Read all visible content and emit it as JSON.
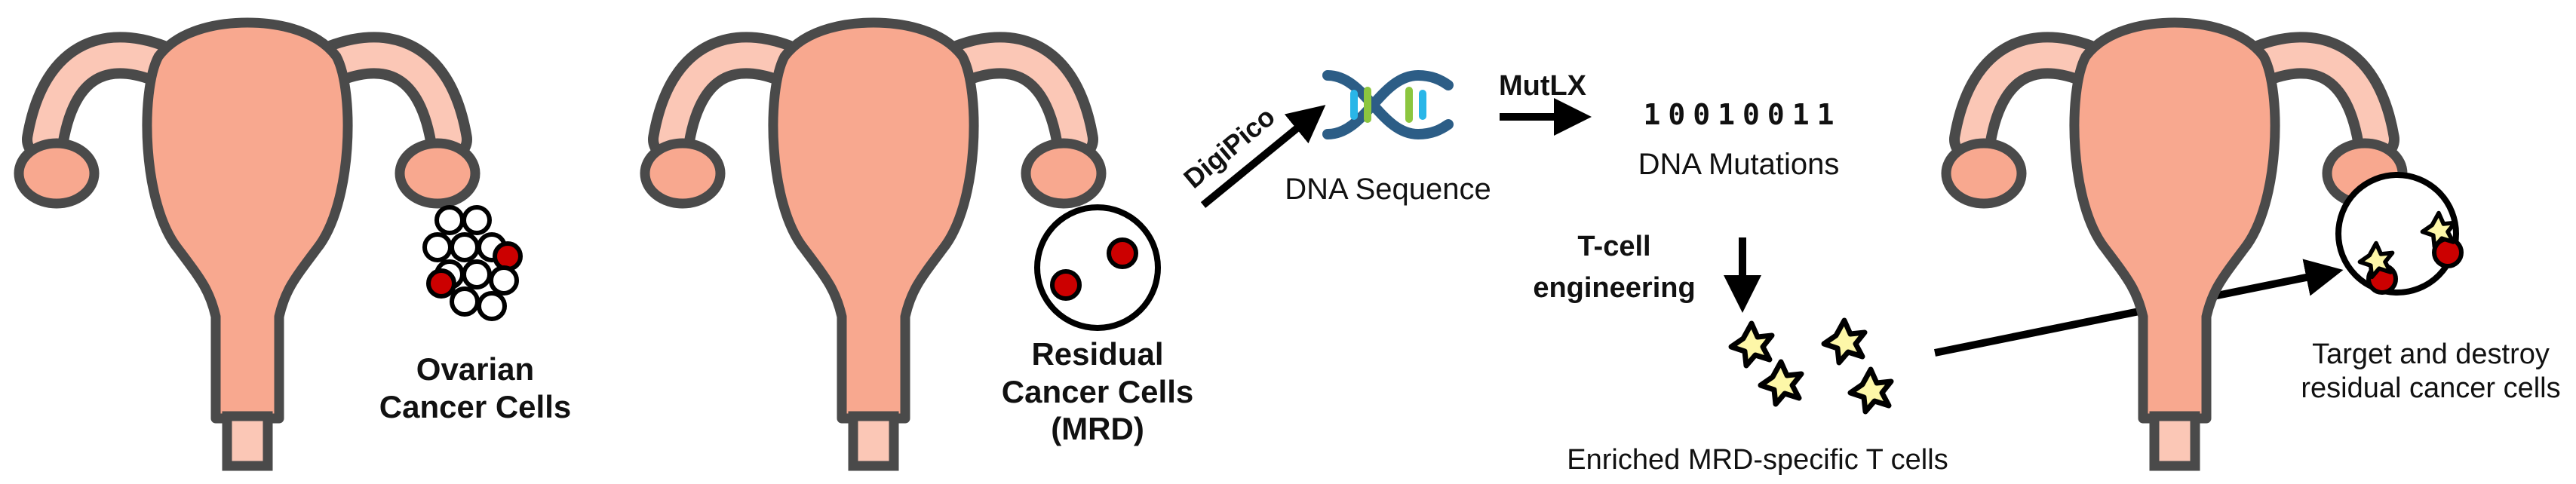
{
  "labels": {
    "ovarian_line1": "Ovarian",
    "ovarian_line2": "Cancer Cells",
    "residual_line1": "Residual",
    "residual_line2": "Cancer Cells",
    "residual_line3": "(MRD)",
    "digipico": "DigiPico",
    "dna_sequence": "DNA Sequence",
    "mutlx": "MutLX",
    "binary": "10010011",
    "dna_mutations": "DNA Mutations",
    "tcell_line1": "T-cell",
    "tcell_line2": "engineering",
    "enriched": "Enriched MRD-specific T cells",
    "target_line1": "Target and destroy",
    "target_line2": "residual cancer cells"
  },
  "colors": {
    "uterus_fill": "#f8a88f",
    "tube_fill": "#fbc7b6",
    "outline": "#4a4a4a",
    "cancer_red": "#cc0000",
    "dna_blue": "#2c5d86",
    "dna_cyan": "#29b6e8",
    "dna_green": "#8cc63f",
    "star_yellow": "#fdf7a8"
  }
}
